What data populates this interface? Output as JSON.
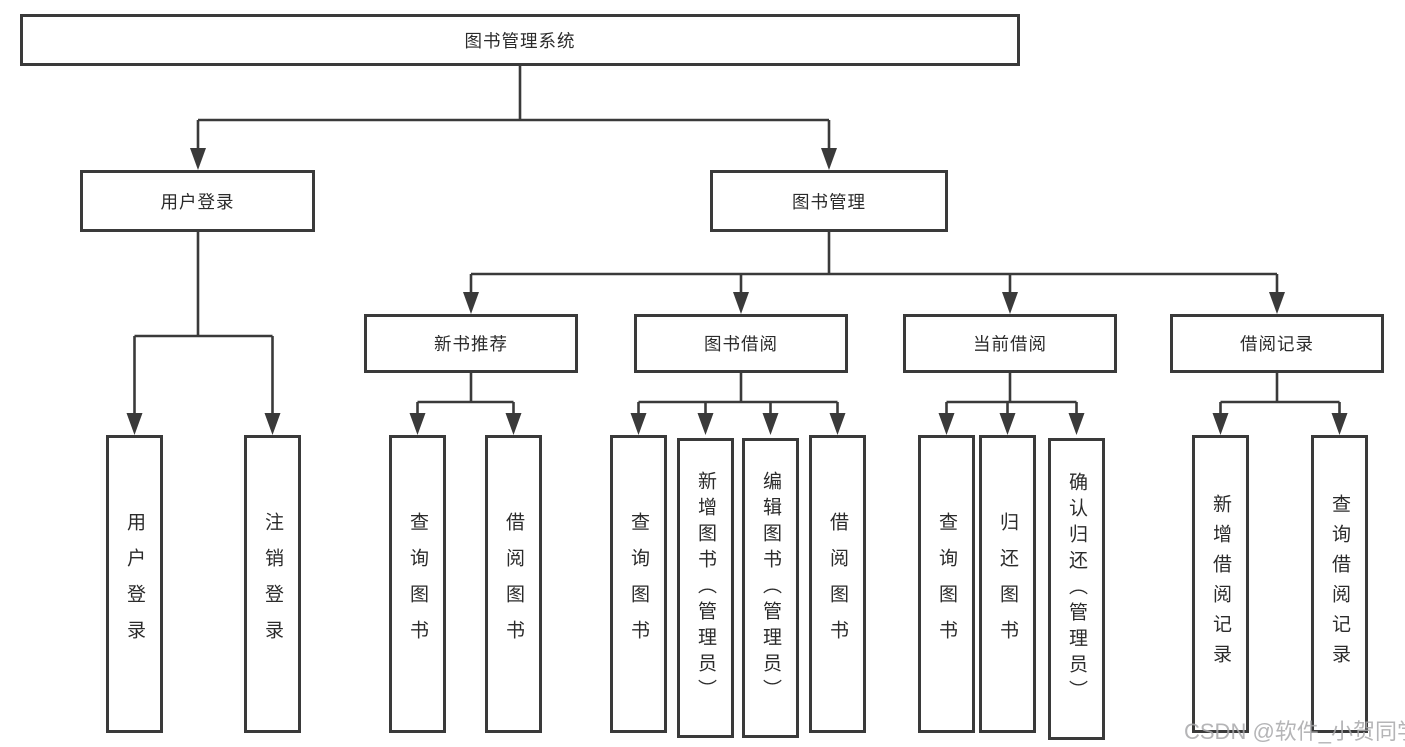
{
  "diagram": {
    "type": "tree",
    "root": {
      "label": "图书管理系统"
    },
    "level2": [
      {
        "id": "user-login",
        "label": "用户登录"
      },
      {
        "id": "book-management",
        "label": "图书管理"
      }
    ],
    "level3": [
      {
        "id": "new-book-recommend",
        "parent": "book-management",
        "label": "新书推荐"
      },
      {
        "id": "book-borrowing",
        "parent": "book-management",
        "label": "图书借阅"
      },
      {
        "id": "current-borrowing",
        "parent": "book-management",
        "label": "当前借阅"
      },
      {
        "id": "borrowing-records",
        "parent": "book-management",
        "label": "借阅记录"
      }
    ],
    "leaves": [
      {
        "parent": "user-login",
        "label": "用户登录"
      },
      {
        "parent": "user-login",
        "label": "注销登录"
      },
      {
        "parent": "new-book-recommend",
        "label": "查询图书"
      },
      {
        "parent": "new-book-recommend",
        "label": "借阅图书"
      },
      {
        "parent": "book-borrowing",
        "label": "查询图书"
      },
      {
        "parent": "book-borrowing",
        "label": "新增图书（管理员）"
      },
      {
        "parent": "book-borrowing",
        "label": "编辑图书（管理员）"
      },
      {
        "parent": "book-borrowing",
        "label": "借阅图书"
      },
      {
        "parent": "current-borrowing",
        "label": "查询图书"
      },
      {
        "parent": "current-borrowing",
        "label": "归还图书"
      },
      {
        "parent": "current-borrowing",
        "label": "确认归还（管理员）"
      },
      {
        "parent": "borrowing-records",
        "label": "新增借阅记录"
      },
      {
        "parent": "borrowing-records",
        "label": "查询借阅记录"
      }
    ],
    "colors": {
      "line": "#3a3a3a",
      "text": "#2b2b2b",
      "background": "#ffffff",
      "watermark": "#a8a8aa"
    }
  },
  "watermark": {
    "text": "CSDN @软件_小贺同学"
  }
}
